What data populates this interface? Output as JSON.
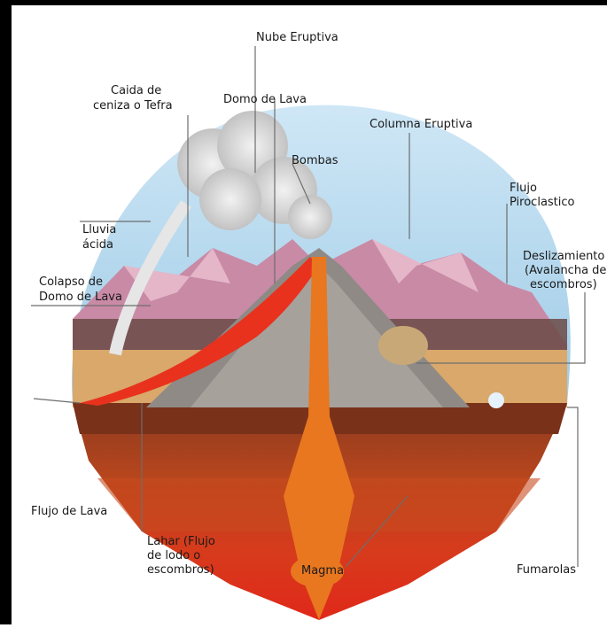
{
  "diagram": {
    "colors": {
      "sky": "#a9d4ec",
      "mountain": "#c98aa6",
      "cone": "#8f8a86",
      "lava": "#e8321e",
      "magma": "#e8771f",
      "crust": "#9a3b22",
      "ash_cloud": "#cfcfcf"
    },
    "labels": {
      "nube_eruptiva": "Nube Eruptiva",
      "caida_ceniza_1": "Caida de",
      "caida_ceniza_2": "ceniza o Tefra",
      "domo_lava": "Domo de Lava",
      "columna_eruptiva": "Columna Eruptiva",
      "bombas": "Bombas",
      "flujo_piroclastico_1": "Flujo",
      "flujo_piroclastico_2": "Piroclastico",
      "lluvia_acida_1": "Lluvia",
      "lluvia_acida_2": "ácida",
      "deslizamiento_1": "Deslizamiento",
      "deslizamiento_2": "(Avalancha de",
      "deslizamiento_3": "escombros)",
      "colapso_1": "Colapso de",
      "colapso_2": "Domo de Lava",
      "flujo_lava": "Flujo de Lava",
      "lahar_1": "Lahar (Flujo",
      "lahar_2": "de lodo o",
      "lahar_3": "escombros)",
      "magma": "Magma",
      "fumarolas": "Fumarolas"
    }
  }
}
